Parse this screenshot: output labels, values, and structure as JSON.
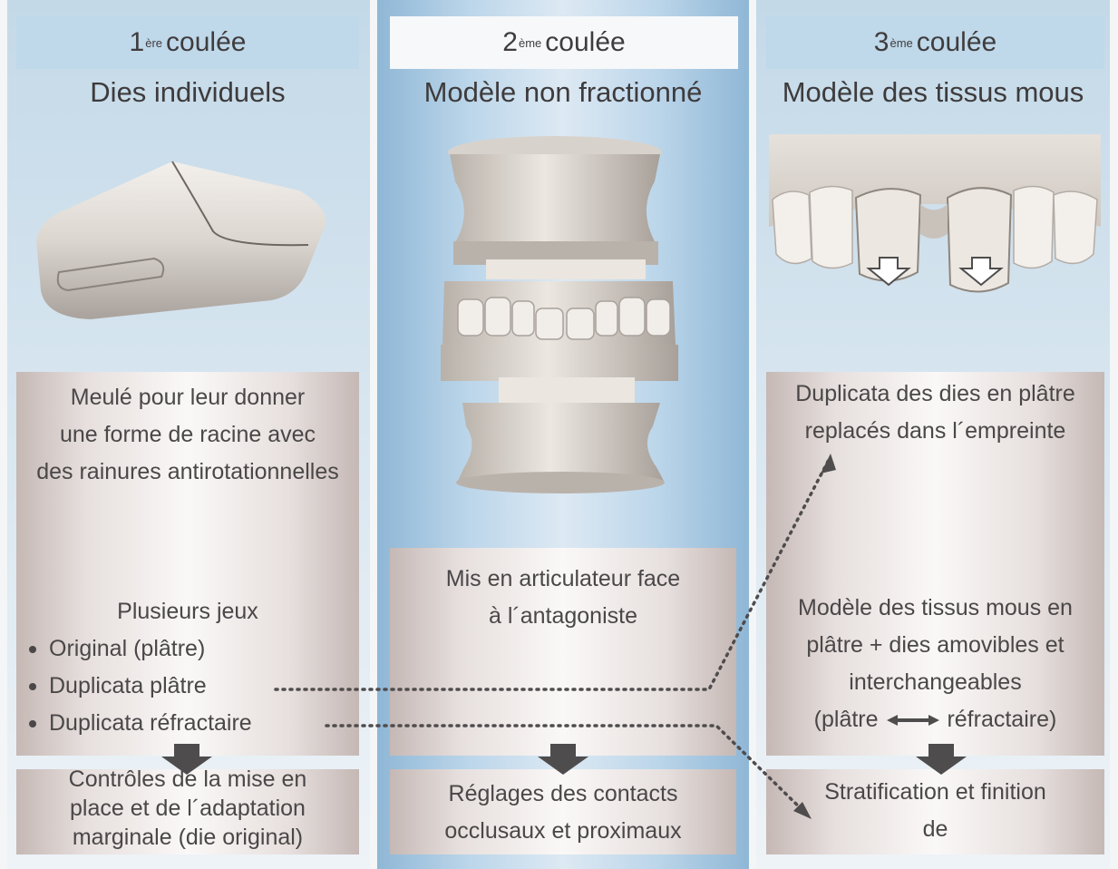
{
  "columns": [
    {
      "header_num": "1",
      "header_sup": "ère",
      "header_word": "coulée",
      "subtitle": "Dies individuels",
      "description": [
        "Meulé pour leur donner",
        "une forme de racine avec",
        "des rainures antirotationnelles"
      ],
      "list_title": "Plusieurs jeux",
      "list_items": [
        "Original (plâtre)",
        "Duplicata plâtre",
        "Duplicata réfractaire"
      ],
      "bottom": [
        "Contrôles de la mise en",
        "place et de l´adaptation",
        "marginale (die original)"
      ]
    },
    {
      "header_num": "2",
      "header_sup": "ème",
      "header_word": "coulée",
      "subtitle": "Modèle non fractionné",
      "description": [
        "Mis en articulateur face",
        "à l´antagoniste"
      ],
      "bottom": [
        "Réglages des contacts",
        "occlusaux et proximaux"
      ]
    },
    {
      "header_num": "3",
      "header_sup": "ème",
      "header_word": "coulée",
      "subtitle": "Modèle des tissus mous",
      "description": [
        "Duplicata des dies en plâtre",
        "replacés dans l´empreinte"
      ],
      "description2": [
        "Modèle des tissus mous en",
        "plâtre + dies amovibles et",
        "interchangeables"
      ],
      "exchange_left": "(plâtre",
      "exchange_right": "réfractaire)",
      "bottom": [
        "Stratification et finition",
        "de"
      ]
    }
  ],
  "colors": {
    "side_column": "#c4d9e8",
    "center_column": "#8fb7d6",
    "header_box": "#bfd8ea",
    "panel": "#e6dfdd",
    "text": "#4a4748",
    "arrow": "#4f4c4d"
  },
  "illustrations": [
    "single-die",
    "articulated-model",
    "soft-tissue-model"
  ]
}
